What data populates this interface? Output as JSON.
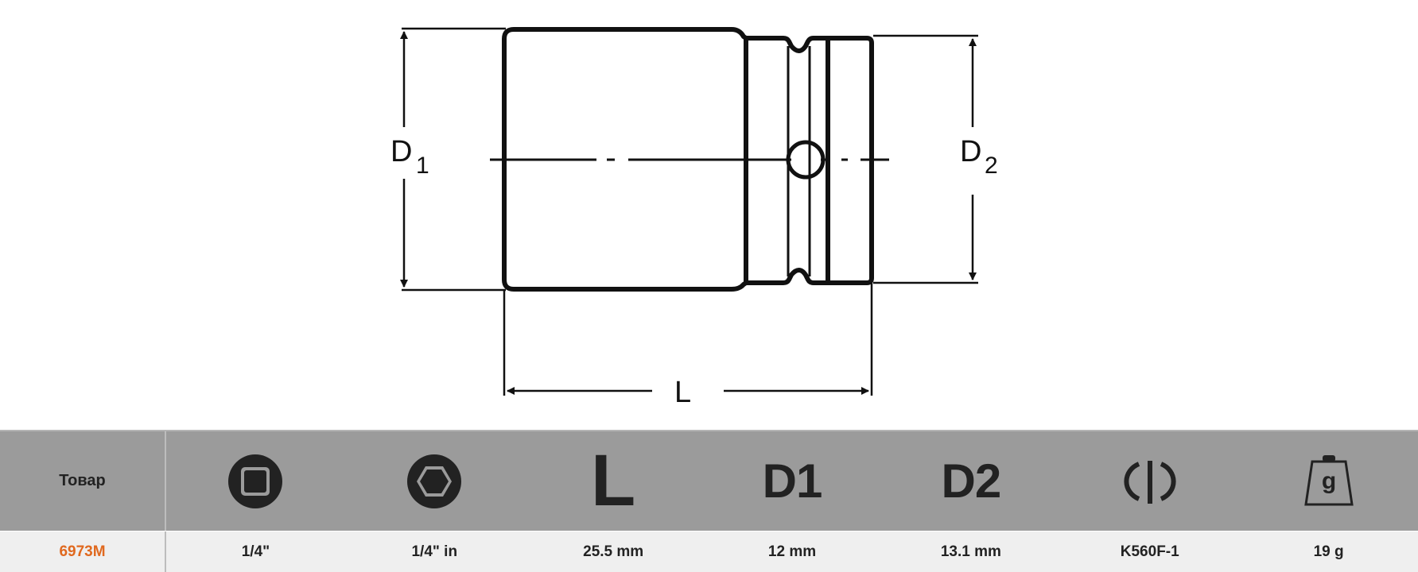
{
  "drawing": {
    "labels": {
      "d1_main": "D",
      "d1_sub": "1",
      "d2_main": "D",
      "d2_sub": "2",
      "length": "L"
    }
  },
  "table": {
    "header": {
      "product_label": "Товар",
      "icons": [
        "square-drive-icon",
        "hex-socket-icon",
        "length-icon",
        "d1-icon",
        "d2-icon",
        "ring-pin-icon",
        "weight-icon"
      ],
      "length_text": "L",
      "d1_text": "D1",
      "d2_text": "D2",
      "weight_text": "g"
    },
    "row": {
      "product_code": "6973M",
      "drive": "1/4\"",
      "size": "1/4\" in",
      "length": "25.5 mm",
      "d1": "12 mm",
      "d2": "13.1 mm",
      "ring_pin": "K560F-1",
      "weight": "19 g"
    },
    "colors": {
      "header_bg": "#9b9b9b",
      "row_bg": "#efefef",
      "product_code": "#e0691f"
    }
  }
}
